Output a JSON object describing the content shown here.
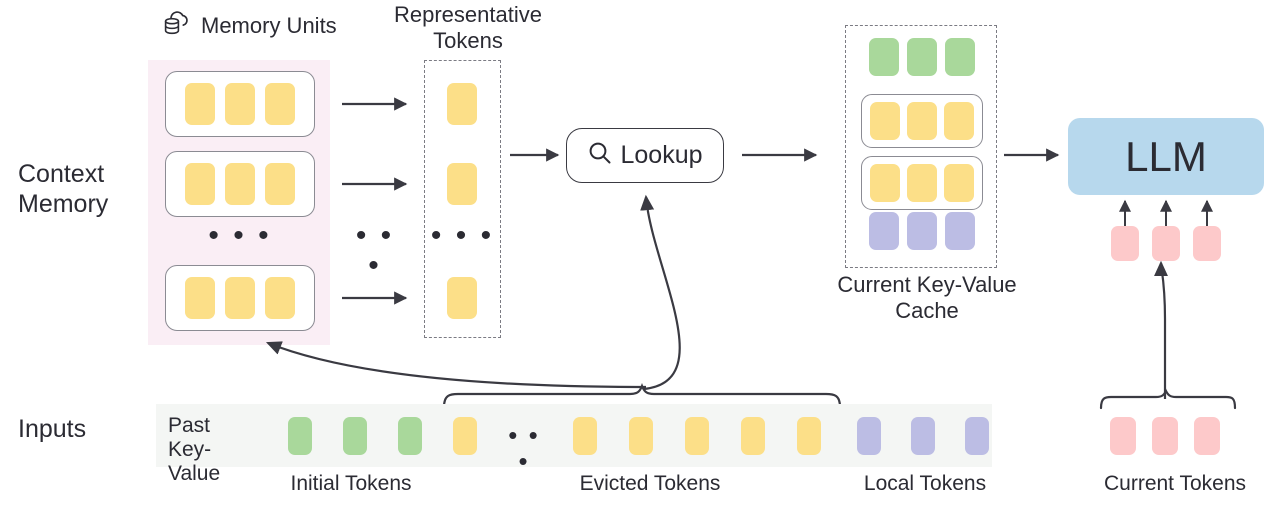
{
  "diagram": {
    "title_labels": {
      "context_memory": "Context\nMemory",
      "inputs": "Inputs",
      "memory_units": "Memory Units",
      "representative_tokens": "Representative\nTokens",
      "current_kv_cache": "Current Key-Value\nCache",
      "llm": "LLM",
      "lookup": "Lookup",
      "past_key_value": "Past\nKey-Value"
    },
    "icons": {
      "memory_units": "cloud-database-icon",
      "lookup": "magnifier-icon"
    },
    "ellipsis": "• • •",
    "ellipsis_small": "• • •",
    "colors": {
      "green": "#a9d89b",
      "yellow": "#fcdf88",
      "purple": "#bcbde4",
      "pink": "#fdc9ca",
      "llm_blue": "#b7d8ed",
      "context_panel_bg": "#faeef5",
      "inputs_strip_bg": "#f4f6f4",
      "stroke": "#3a3a42",
      "dashed_stroke": "#7b7b83"
    },
    "context_memory": {
      "units": [
        {
          "tokens": [
            "yellow",
            "yellow",
            "yellow"
          ]
        },
        {
          "tokens": [
            "yellow",
            "yellow",
            "yellow"
          ]
        },
        {
          "tokens": [
            "yellow",
            "yellow",
            "yellow"
          ]
        }
      ],
      "ellipsis": "• • •"
    },
    "representative_tokens": {
      "tokens": [
        "yellow",
        "yellow",
        "yellow"
      ],
      "ellipsis": "• • •"
    },
    "kv_cache": {
      "rows": [
        {
          "boxed": false,
          "tokens": [
            "green",
            "green",
            "green"
          ]
        },
        {
          "boxed": true,
          "tokens": [
            "yellow",
            "yellow",
            "yellow"
          ]
        },
        {
          "boxed": true,
          "tokens": [
            "yellow",
            "yellow",
            "yellow"
          ]
        },
        {
          "boxed": false,
          "tokens": [
            "purple",
            "purple",
            "purple"
          ]
        }
      ]
    },
    "llm_inputs": {
      "tokens": [
        "pink",
        "pink",
        "pink"
      ]
    },
    "inputs_row": {
      "tokens": [
        "green",
        "green",
        "green",
        "yellow",
        "ellipsis",
        "yellow",
        "yellow",
        "yellow",
        "yellow",
        "yellow",
        "purple",
        "purple",
        "purple"
      ],
      "current_tokens": [
        "pink",
        "pink",
        "pink"
      ]
    },
    "captions": {
      "initial": "Initial Tokens",
      "evicted": "Evicted Tokens",
      "local": "Local Tokens",
      "current": "Current Tokens"
    }
  }
}
